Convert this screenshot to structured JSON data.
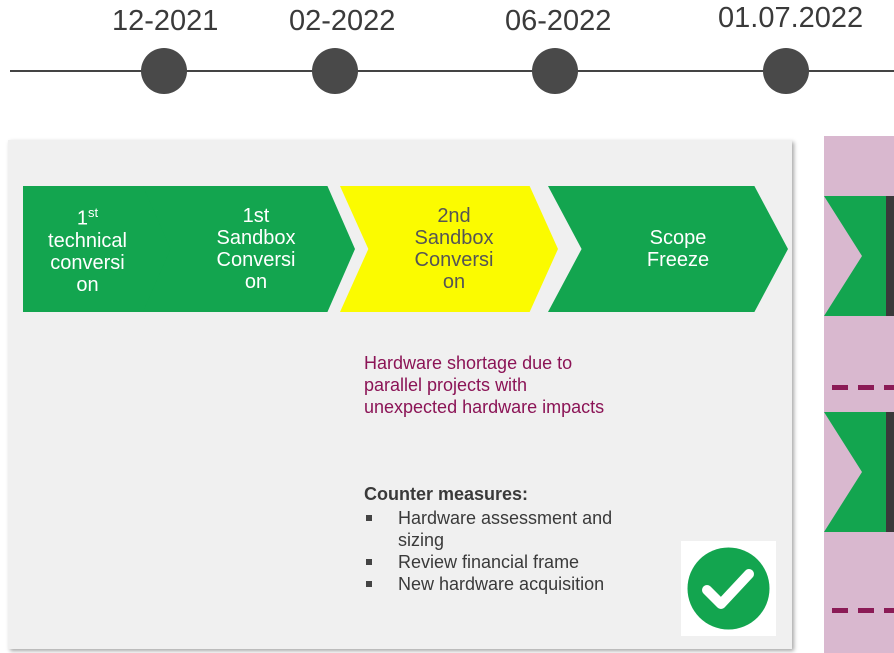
{
  "timeline": {
    "dates": [
      "12-2021",
      "02-2022",
      "06-2022",
      "01.07.2022"
    ]
  },
  "chevrons": [
    {
      "lines": [
        "technical",
        "conversi",
        "on"
      ],
      "prefix": "1",
      "sup": "st",
      "fill": "#13a54f"
    },
    {
      "lines": [
        "1st",
        "Sandbox",
        "Conversi",
        "on"
      ],
      "fill": "#13a54f"
    },
    {
      "lines": [
        "2nd",
        "Sandbox",
        "Conversi",
        "on"
      ],
      "fill": "#fbfb00"
    },
    {
      "lines": [
        "Scope",
        "Freeze"
      ],
      "fill": "#13a54f"
    }
  ],
  "issue": {
    "text": "Hardware shortage due to parallel projects with unexpected hardware impacts"
  },
  "counter_measures": {
    "title": "Counter measures:",
    "items": [
      "Hardware assessment and sizing",
      "Review financial frame",
      "New hardware acquisition"
    ]
  },
  "status": {
    "icon": "check-circle-icon",
    "color": "#13a54f"
  },
  "colors": {
    "green": "#13a54f",
    "yellow": "#fbfb00",
    "maroon": "#8b1456",
    "right_panel": "#d9b8cf"
  }
}
